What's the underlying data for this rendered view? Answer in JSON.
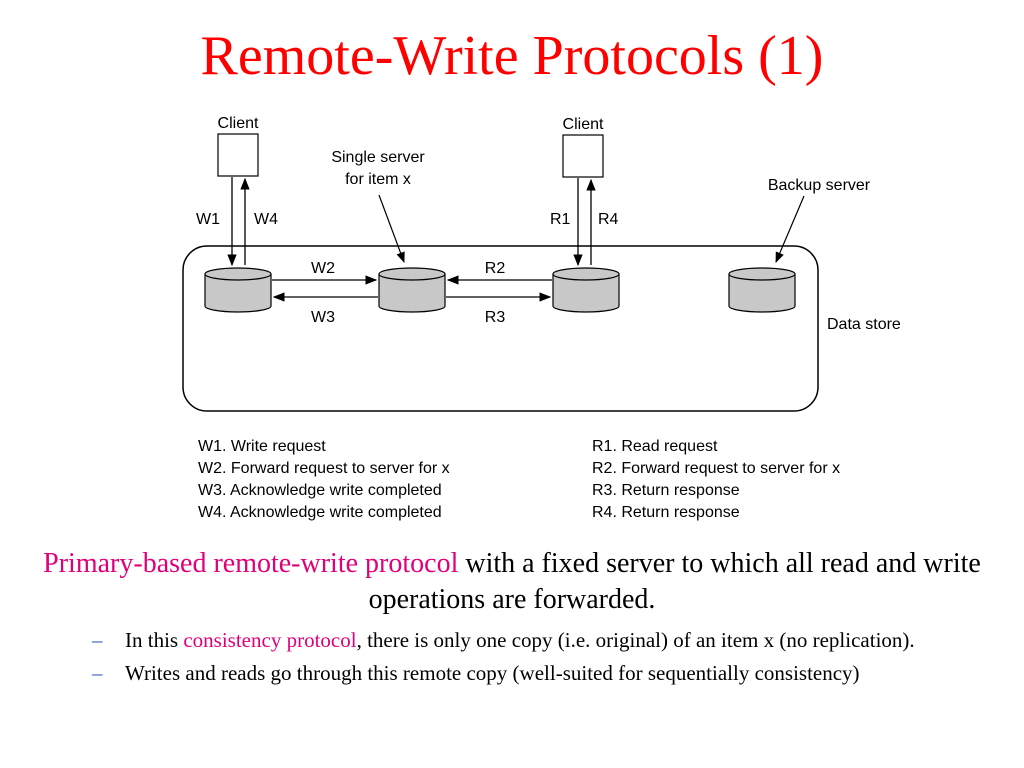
{
  "slide": {
    "title": "Remote-Write Protocols (1)"
  },
  "diagram": {
    "client_left_label": "Client",
    "client_right_label": "Client",
    "single_server_line1": "Single server",
    "single_server_line2": "for item x",
    "backup_server_label": "Backup server",
    "data_store_label": "Data store",
    "arrow_labels": {
      "w1": "W1",
      "w4": "W4",
      "w2": "W2",
      "w3": "W3",
      "r1": "R1",
      "r4": "R4",
      "r2": "R2",
      "r3": "R3"
    }
  },
  "legend": {
    "write_steps": [
      "W1. Write request",
      "W2. Forward request to server for x",
      "W3. Acknowledge write completed",
      "W4. Acknowledge write completed"
    ],
    "read_steps": [
      "R1. Read request",
      "R2. Forward request to server for x",
      "R3. Return response",
      "R4. Return response"
    ]
  },
  "main_text": {
    "highlight": "Primary-based remote-write protocol",
    "rest": " with a fixed server to which all read and write operations are forwarded."
  },
  "bullets": [
    {
      "prefix": "In this ",
      "highlight": "consistency protocol",
      "suffix": ", there is only one copy (i.e. original) of an item x (no replication)."
    },
    {
      "prefix": "Writes and reads go through this remote copy (well-suited for sequentially consistency)",
      "highlight": "",
      "suffix": ""
    }
  ],
  "colors": {
    "title": "#ff0000",
    "highlight": "#e0007a",
    "bullet_dash": "#3050c0",
    "disk_fill": "#c8c8c8"
  }
}
